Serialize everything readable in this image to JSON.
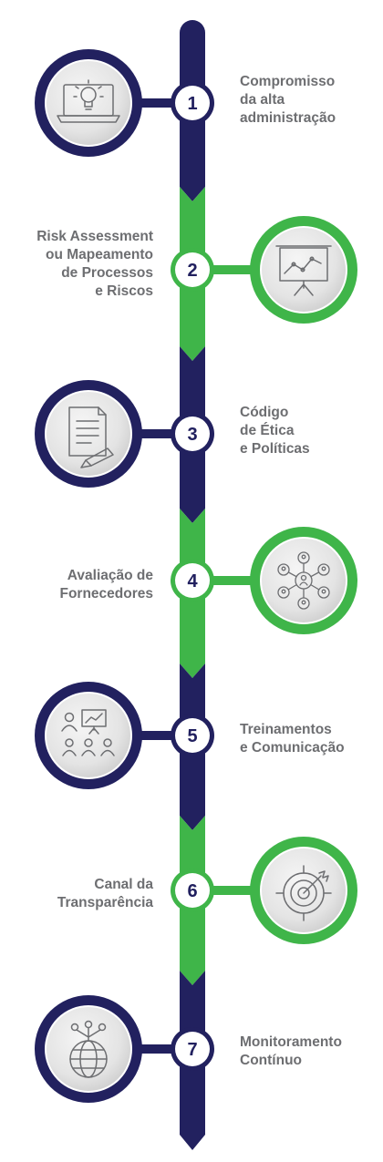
{
  "colors": {
    "navy": "#22215f",
    "green": "#3fb549",
    "label_text": "#6d6e71",
    "medallion_light": "#f4f4f4",
    "medallion_dark": "#d2d2d2"
  },
  "steps": [
    {
      "number": "1",
      "label": "Compromisso\nda alta\nadministração",
      "icon": "laptop-lightbulb-icon",
      "ring": "navy",
      "side": "right"
    },
    {
      "number": "2",
      "label": "Risk Assessment\nou Mapeamento\nde Processos\ne Riscos",
      "icon": "presentation-chart-icon",
      "ring": "green",
      "side": "left"
    },
    {
      "number": "3",
      "label": "Código\nde Ética\ne Políticas",
      "icon": "document-pencil-icon",
      "ring": "navy",
      "side": "right"
    },
    {
      "number": "4",
      "label": "Avaliação de\nFornecedores",
      "icon": "supplier-network-icon",
      "ring": "green",
      "side": "left"
    },
    {
      "number": "5",
      "label": "Treinamentos\ne Comunicação",
      "icon": "training-audience-icon",
      "ring": "navy",
      "side": "right"
    },
    {
      "number": "6",
      "label": "Canal da\nTransparência",
      "icon": "target-arrow-icon",
      "ring": "green",
      "side": "left"
    },
    {
      "number": "7",
      "label": "Monitoramento\nContínuo",
      "icon": "globe-network-icon",
      "ring": "navy",
      "side": "right"
    }
  ]
}
